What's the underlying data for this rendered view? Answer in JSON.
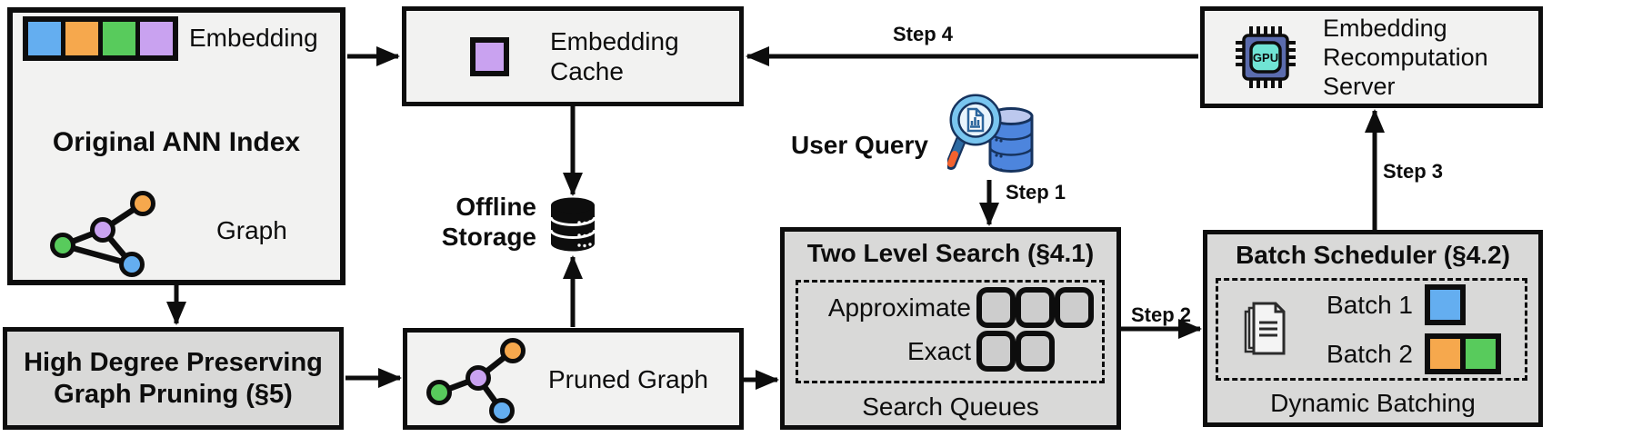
{
  "ann_index": {
    "title": "Original ANN Index",
    "embedding_label": "Embedding",
    "graph_label": "Graph",
    "embedding_colors": [
      "#64aef0",
      "#f6a84d",
      "#58cb5c",
      "#c9a2f0"
    ]
  },
  "embedding_cache": {
    "label": "Embedding Cache"
  },
  "offline_storage": {
    "label": "Offline Storage"
  },
  "user_query": {
    "label": "User Query"
  },
  "steps": {
    "s1": "Step 1",
    "s2": "Step 2",
    "s3": "Step 3",
    "s4": "Step 4"
  },
  "two_level_search": {
    "title": "Two Level Search (§4.1)",
    "approximate_label": "Approximate",
    "exact_label": "Exact",
    "footer": "Search Queues",
    "approximate_queue_count": 3,
    "exact_queue_count": 2
  },
  "batch_scheduler": {
    "title": "Batch Scheduler (§4.2)",
    "batch1_label": "Batch 1",
    "batch2_label": "Batch 2",
    "footer": "Dynamic Batching",
    "batch1_colors": [
      "#64aef0"
    ],
    "batch2_colors": [
      "#f6a84d",
      "#58cb5c"
    ]
  },
  "recomputation_server": {
    "label": "Embedding Recomputation Server",
    "gpu_chip_label": "GPU"
  },
  "graph_pruning": {
    "title": "High Degree Preserving Graph Pruning (§5)"
  },
  "pruned_graph": {
    "label": "Pruned Graph"
  },
  "colors": {
    "blue": "#64aef0",
    "orange": "#f6a84d",
    "green": "#58cb5c",
    "purple": "#c9a2f0",
    "box_light": "#f2f2f1",
    "box_gray": "#d9d9d8",
    "slot_gray": "#cdcdcd",
    "ink": "#0d0d0d",
    "gpu_chip": "#5b6cae",
    "gpu_core": "#70e4d4"
  }
}
